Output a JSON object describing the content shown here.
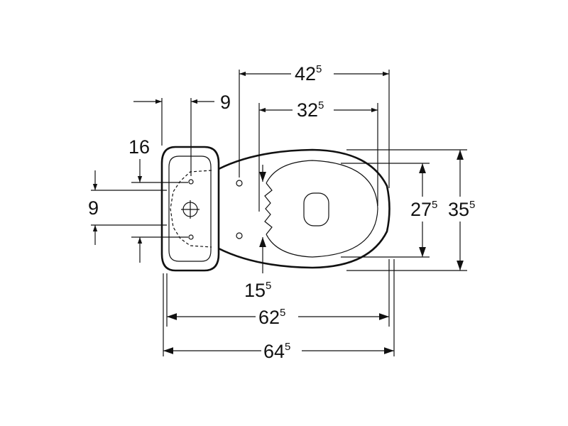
{
  "drawing": {
    "subject": "toilet-plan-view",
    "line_color": "#111111",
    "background": "#ffffff"
  },
  "dimensions": {
    "d_42_5": {
      "main": "42",
      "sup": "5"
    },
    "d_32_5": {
      "main": "32",
      "sup": "5"
    },
    "d_9_top": {
      "main": "9",
      "sup": ""
    },
    "d_16": {
      "main": "16",
      "sup": ""
    },
    "d_9_left": {
      "main": "9",
      "sup": ""
    },
    "d_27_5": {
      "main": "27",
      "sup": "5"
    },
    "d_35_5": {
      "main": "35",
      "sup": "5"
    },
    "d_15_5": {
      "main": "15",
      "sup": "5"
    },
    "d_62_5": {
      "main": "62",
      "sup": "5"
    },
    "d_64_5": {
      "main": "64",
      "sup": "5"
    }
  }
}
